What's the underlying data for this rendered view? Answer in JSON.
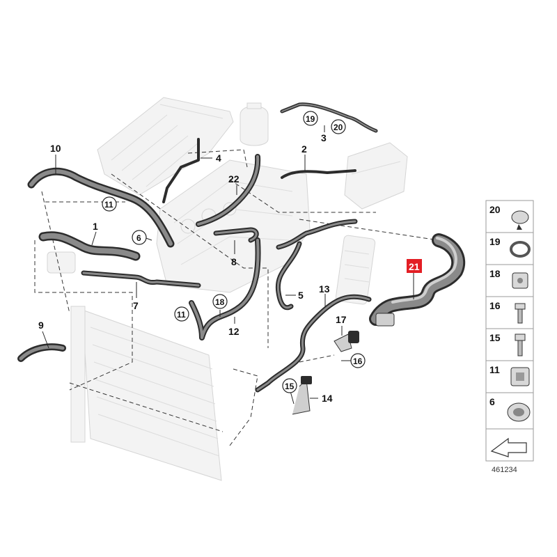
{
  "callouts": {
    "c1": "1",
    "c2": "2",
    "c3": "3",
    "c4": "4",
    "c5": "5",
    "c6": "6",
    "c7": "7",
    "c8": "8",
    "c9": "9",
    "c10": "10",
    "c11a": "11",
    "c11b": "11",
    "c12": "12",
    "c13": "13",
    "c14": "14",
    "c15": "15",
    "c16": "16",
    "c17": "17",
    "c18": "18",
    "c19": "19",
    "c20": "20",
    "c22": "22"
  },
  "highlighted_callout": "21",
  "legend": [
    {
      "num": "20",
      "icon": "hose-clamp-spring-icon"
    },
    {
      "num": "19",
      "icon": "hose-clamp-band-icon"
    },
    {
      "num": "18",
      "icon": "clip-bracket-icon"
    },
    {
      "num": "16",
      "icon": "bolt-flange-icon"
    },
    {
      "num": "15",
      "icon": "bolt-hex-icon"
    },
    {
      "num": "11",
      "icon": "clip-holder-icon"
    },
    {
      "num": "6",
      "icon": "quick-connector-icon"
    }
  ],
  "part_reference": "461234"
}
